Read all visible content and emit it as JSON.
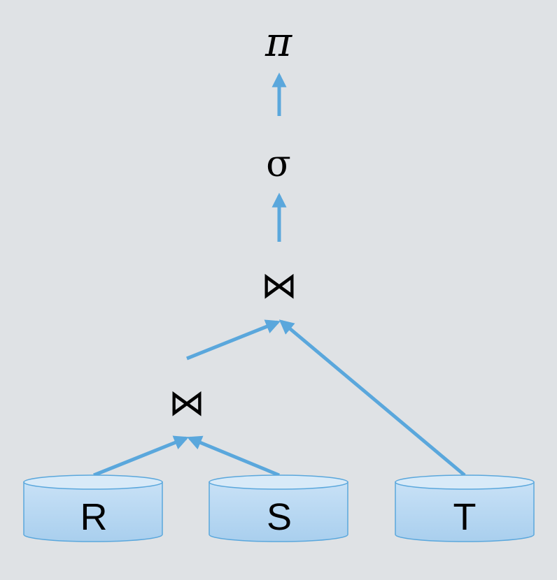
{
  "operators": {
    "projection": "π",
    "selection": "σ",
    "join_top": "⋈",
    "join_bottom": "⋈"
  },
  "tables": {
    "r": "R",
    "s": "S",
    "t": "T"
  },
  "colors": {
    "background": "#dfe2e5",
    "arrow": "#5aa7dc",
    "cylinder_top": "#d8eaf8",
    "cylinder_body_light": "#c8e1f6",
    "cylinder_body_dark": "#a9cfee",
    "cylinder_stroke": "#5aa7dc"
  }
}
